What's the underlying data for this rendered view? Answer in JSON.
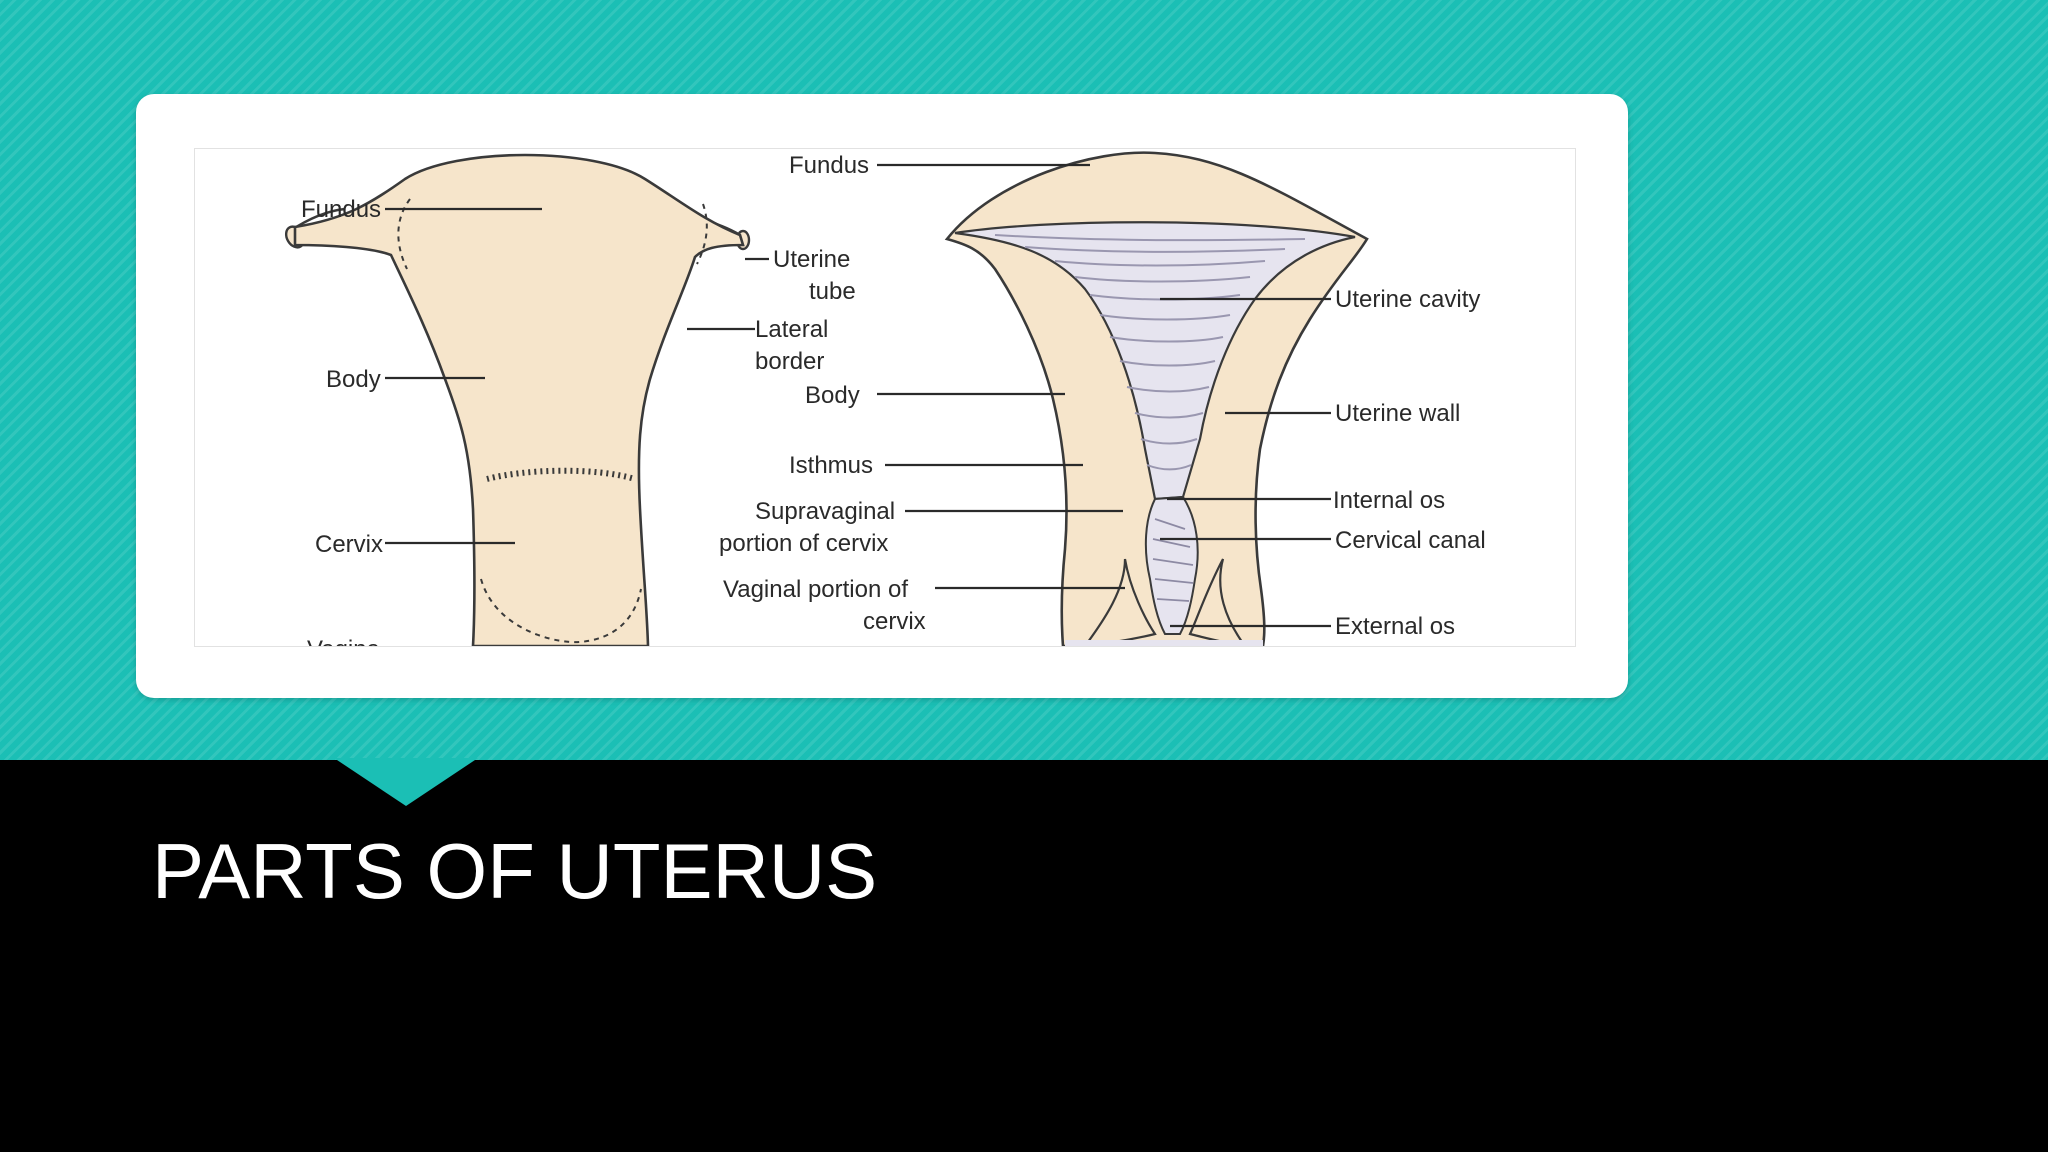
{
  "slide": {
    "title": "PARTS OF UTERUS",
    "accent_color": "#1bbfb5",
    "footer_color": "#000000"
  },
  "diagram": {
    "external_view": {
      "labels": {
        "fundus": "Fundus",
        "uterine_tube_1": "Uterine",
        "uterine_tube_2": "tube",
        "lateral_border_1": "Lateral",
        "lateral_border_2": "border",
        "body": "Body",
        "cervix": "Cervix",
        "vagina": "Vagina"
      }
    },
    "section_view": {
      "labels": {
        "fundus": "Fundus",
        "body": "Body",
        "isthmus": "Isthmus",
        "supravaginal_1": "Supravaginal",
        "supravaginal_2": "portion of cervix",
        "vaginal_portion_1": "Vaginal portion of",
        "vaginal_portion_2": "cervix",
        "uterine_cavity": "Uterine cavity",
        "uterine_wall": "Uterine wall",
        "internal_os": "Internal os",
        "cervical_canal": "Cervical canal",
        "external_os": "External os"
      }
    }
  }
}
